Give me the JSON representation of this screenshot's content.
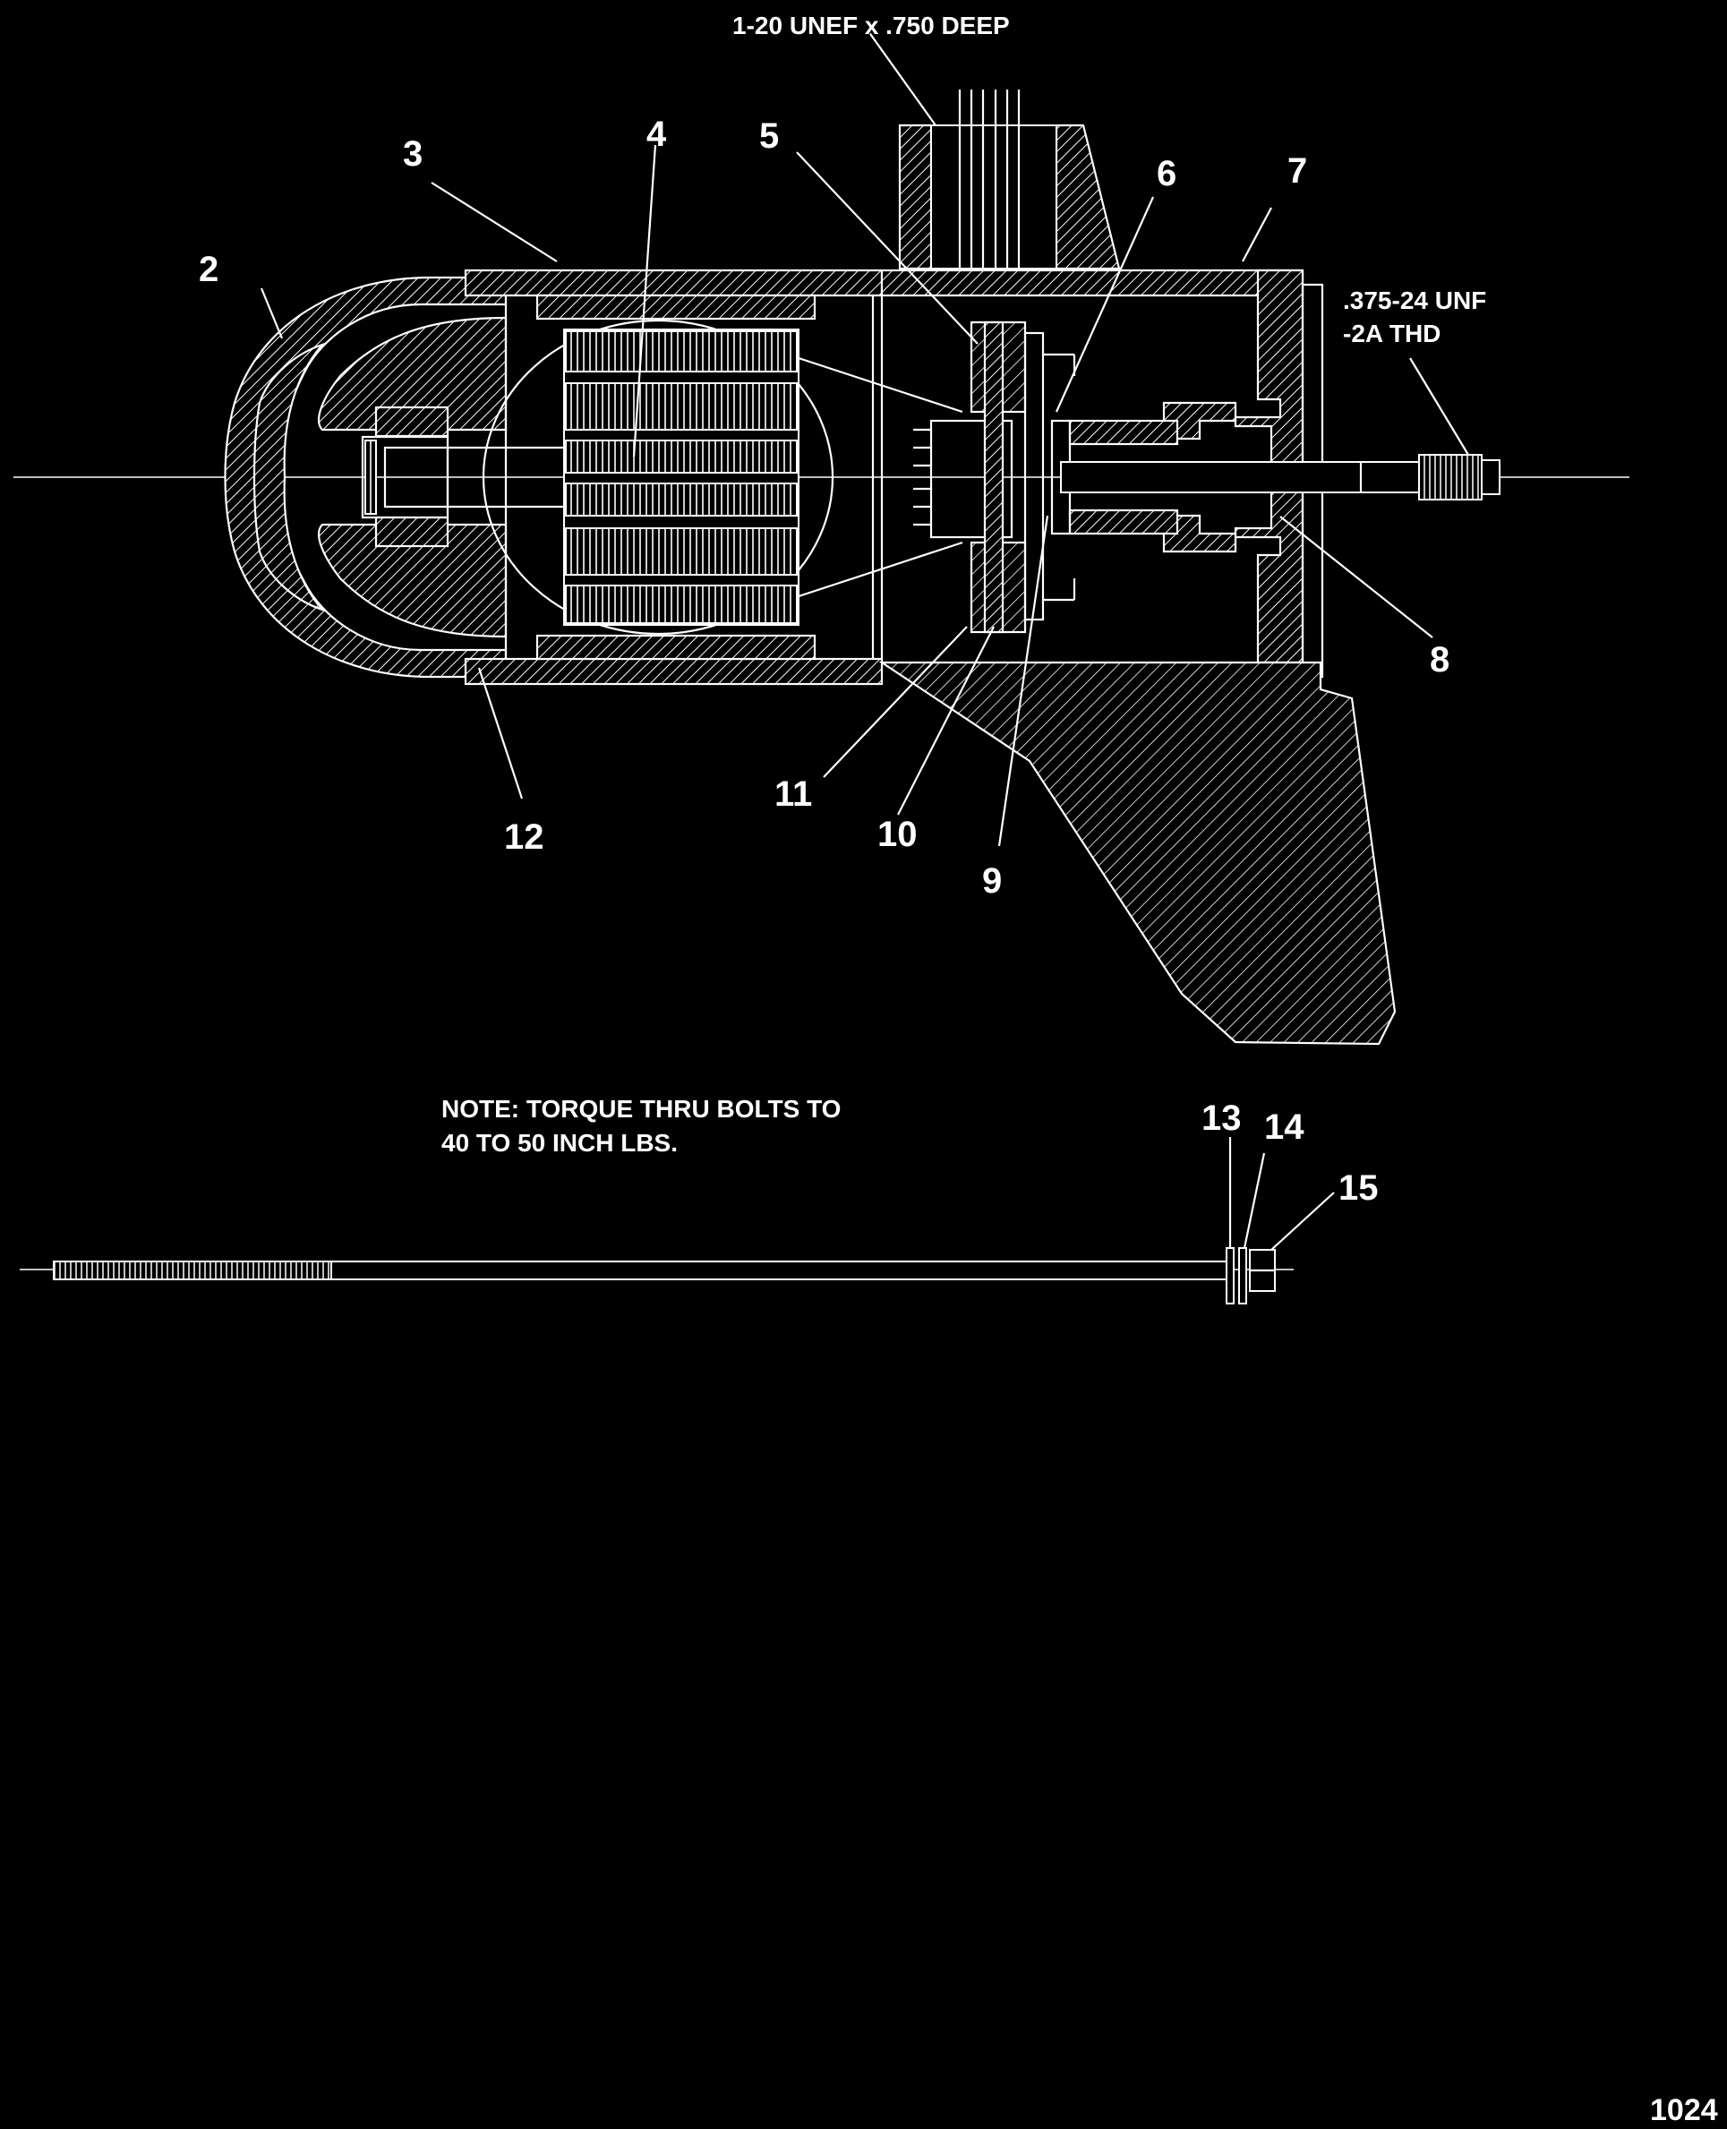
{
  "callouts": {
    "c2": "2",
    "c3": "3",
    "c4": "4",
    "c5": "5",
    "c6": "6",
    "c7": "7",
    "c8": "8",
    "c9": "9",
    "c10": "10",
    "c11": "11",
    "c12": "12",
    "c13": "13",
    "c14": "14",
    "c15": "15"
  },
  "annotations": {
    "top_thread": "1-20 UNEF x .750 DEEP",
    "shaft_thread_line1": ".375-24 UNF",
    "shaft_thread_line2": "-2A THD",
    "note_line1": "NOTE: TORQUE THRU BOLTS TO",
    "note_line2": "40 TO 50 INCH LBS."
  },
  "page_code": "1024"
}
